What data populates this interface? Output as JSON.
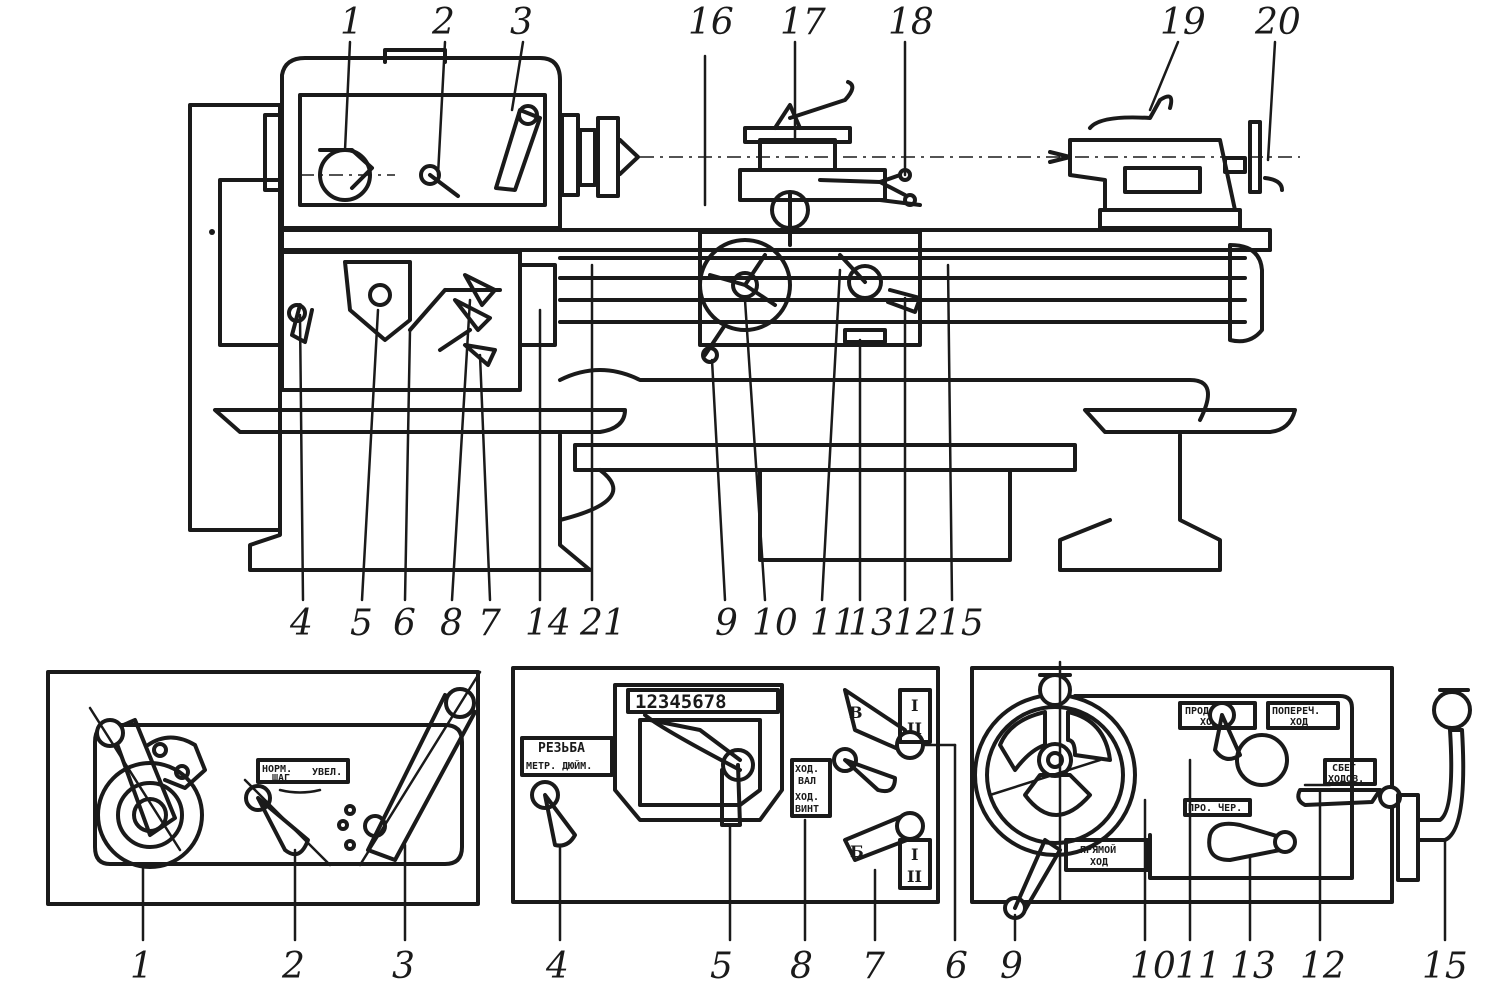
{
  "top_callouts": [
    "1",
    "2",
    "3",
    "16",
    "17",
    "18",
    "19",
    "20"
  ],
  "bottom_callouts": [
    "4",
    "5",
    "6",
    "8",
    "7",
    "14",
    "21",
    "9",
    "10",
    "11",
    "13",
    "12",
    "15"
  ],
  "panel_left": {
    "callouts": [
      "1",
      "2",
      "3"
    ],
    "plate_left": "НОРМ.",
    "plate_left2": "ШАГ",
    "plate_right": "УВЕЛ."
  },
  "panel_middle": {
    "callouts": [
      "4",
      "5",
      "8",
      "7",
      "6"
    ],
    "plate_title": "РЕЗЬБА",
    "plate_sub": "МЕТР. ДЮЙМ.",
    "dial_digits": "12345678",
    "letter_top": "В",
    "letter_bottom": "Б",
    "roman_top_1": "I",
    "roman_top_2": "II",
    "roman_bot_1": "I",
    "roman_bot_2": "II",
    "feed_label_1": "ХОД.",
    "feed_label_2": "ВАЛ",
    "feed_label_3": "ХОД.",
    "feed_label_4": "ВИНТ"
  },
  "panel_right": {
    "callouts": [
      "9",
      "10",
      "11",
      "13",
      "12",
      "15"
    ],
    "plate_1": "ПРОДОЛ.",
    "plate_1b": "ХОД",
    "plate_2": "ПОПЕРЕЧ.",
    "plate_2b": "ХОД",
    "plate_3": "ПРЯМОЙ",
    "plate_3b": "ХОД",
    "plate_4": "ПРО. ЧЕР.",
    "plate_5": "СБЕГ",
    "plate_5b": "ХОДОВ."
  }
}
